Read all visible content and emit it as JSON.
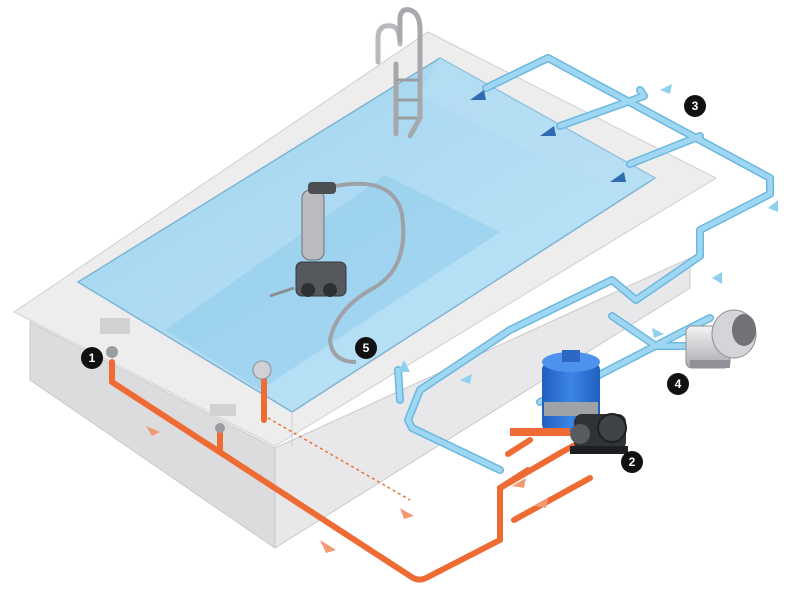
{
  "diagram": {
    "markers": [
      {
        "id": 1,
        "label": "1"
      },
      {
        "id": 2,
        "label": "2"
      },
      {
        "id": 3,
        "label": "3"
      },
      {
        "id": 4,
        "label": "4"
      },
      {
        "id": 5,
        "label": "5"
      }
    ],
    "colors": {
      "suction_pipe": "#ee6b33",
      "return_pipe": "#8fd0ef",
      "return_pipe_outline": "#6bb8e0",
      "water": "#a9d9f2",
      "coping": "#ececed",
      "pool_wall": "#e2e2e4",
      "filter_tank": "#2f74d6",
      "badge": "#111111"
    },
    "icons": {
      "ladder": "pool-ladder-icon",
      "cleaner": "robotic-pool-cleaner-icon",
      "filter": "sand-filter-icon",
      "pump": "circulation-pump-icon",
      "heat_pump": "heat-pump-icon",
      "flow_arrow": "flow-arrow-icon"
    }
  }
}
